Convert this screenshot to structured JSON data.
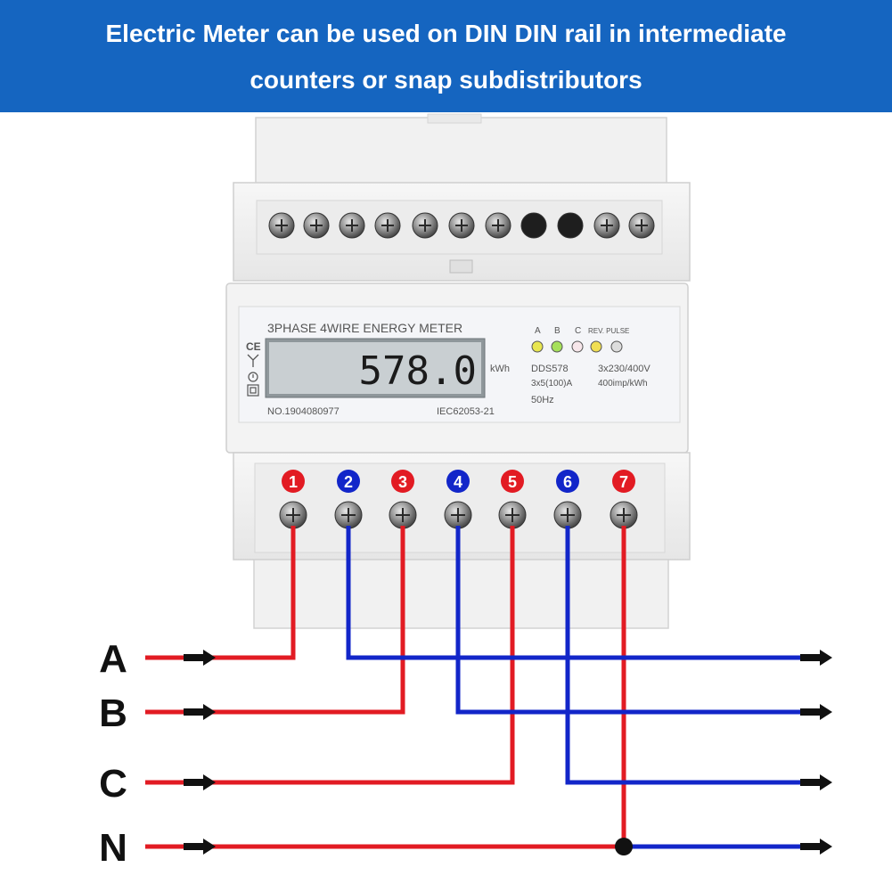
{
  "banner": {
    "line1": "Electric Meter can be used on DIN DIN rail in intermediate",
    "line2": "counters or snap subdistributors"
  },
  "meter": {
    "title": "3PHASE 4WIRE  ENERGY METER",
    "reading": "578.0",
    "unit": "kWh",
    "serial": "NO.1904080977",
    "standard": "IEC62053-21",
    "indicators": {
      "a": "A",
      "b": "B",
      "c": "C",
      "rev_pulse": "REV. PULSE"
    },
    "specs": {
      "model": "DDS578",
      "current": "3x5(100)A",
      "frequency": "50Hz",
      "voltage": "3x230/400V",
      "impulse": "400imp/kWh"
    },
    "marks": {
      "ce": "CE"
    }
  },
  "terminals": [
    "1",
    "2",
    "3",
    "4",
    "5",
    "6",
    "7"
  ],
  "phases": [
    "A",
    "B",
    "C",
    "N"
  ],
  "colors": {
    "banner": "#1565c0",
    "red_wire": "#e21b23",
    "blue_wire": "#1226c9",
    "arrow": "#111111"
  }
}
